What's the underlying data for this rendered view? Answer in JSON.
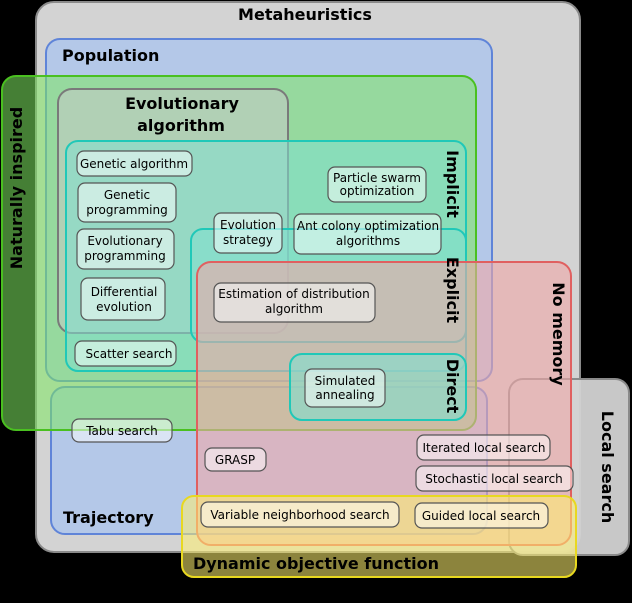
{
  "regions": {
    "metaheuristics": {
      "label": "Metaheuristics",
      "color": "#d3d3d3"
    },
    "population": {
      "label": "Population",
      "color": "#b4c8e8"
    },
    "naturally_inspired": {
      "label": "Naturally inspired",
      "color": "#7ee860"
    },
    "evolutionary_algorithm": {
      "line1": "Evolutionary",
      "line2": "algorithm"
    },
    "implicit": {
      "label": "Implicit",
      "color": "#7fe0d0"
    },
    "explicit": {
      "label": "Explicit"
    },
    "direct": {
      "label": "Direct"
    },
    "no_memory": {
      "label": "No memory",
      "color": "#f0a8a8"
    },
    "local_search": {
      "label": "Local search"
    },
    "trajectory": {
      "label": "Trajectory"
    },
    "dynamic_objective_function": {
      "label": "Dynamic objective function",
      "color": "#fff070"
    }
  },
  "methods": {
    "genetic_algorithm": {
      "lines": [
        "Genetic algorithm"
      ]
    },
    "genetic_programming": {
      "lines": [
        "Genetic",
        "programming"
      ]
    },
    "evolutionary_programming": {
      "lines": [
        "Evolutionary",
        "programming"
      ]
    },
    "differential_evolution": {
      "lines": [
        "Differential",
        "evolution"
      ]
    },
    "scatter_search": {
      "lines": [
        "Scatter search"
      ]
    },
    "evolution_strategy": {
      "lines": [
        "Evolution",
        "strategy"
      ]
    },
    "particle_swarm": {
      "lines": [
        "Particle swarm",
        "optimization"
      ]
    },
    "ant_colony": {
      "lines": [
        "Ant colony optimization",
        "algorithms"
      ]
    },
    "estimation_distribution": {
      "lines": [
        "Estimation of distribution",
        "algorithm"
      ]
    },
    "simulated_annealing": {
      "lines": [
        "Simulated",
        "annealing"
      ]
    },
    "tabu_search": {
      "lines": [
        "Tabu search"
      ]
    },
    "grasp": {
      "lines": [
        "GRASP"
      ]
    },
    "iterated_local_search": {
      "lines": [
        "Iterated local search"
      ]
    },
    "stochastic_local_search": {
      "lines": [
        "Stochastic local search"
      ]
    },
    "variable_neighborhood_search": {
      "lines": [
        "Variable neighborhood search"
      ]
    },
    "guided_local_search": {
      "lines": [
        "Guided local search"
      ]
    }
  }
}
